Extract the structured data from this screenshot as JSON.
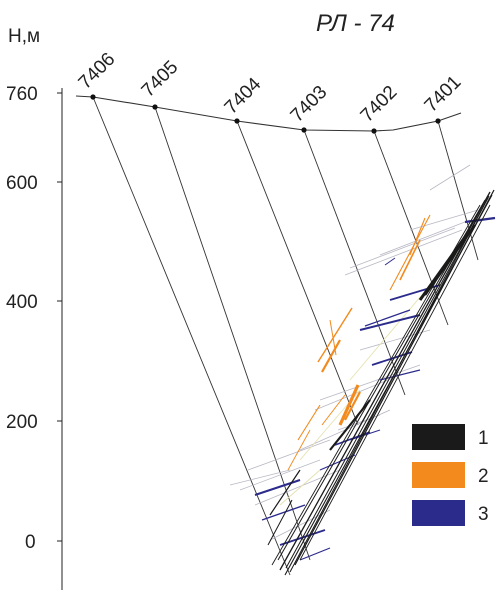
{
  "title": "РЛ - 74",
  "y_axis": {
    "label": "Н,м",
    "ticks": [
      {
        "value": 760,
        "label": "760"
      },
      {
        "value": 600,
        "label": "600"
      },
      {
        "value": 400,
        "label": "400"
      },
      {
        "value": 200,
        "label": "200"
      },
      {
        "value": 0,
        "label": "0"
      }
    ]
  },
  "wells": [
    {
      "label": "7406",
      "collar_elevation": 755
    },
    {
      "label": "7405",
      "collar_elevation": 738
    },
    {
      "label": "7404",
      "collar_elevation": 716
    },
    {
      "label": "7403",
      "collar_elevation": 697
    },
    {
      "label": "7402",
      "collar_elevation": 695
    },
    {
      "label": "7401",
      "collar_elevation": 717
    }
  ],
  "legend": [
    {
      "label": "1",
      "color": "#1a1a1a"
    },
    {
      "label": "2",
      "color": "#f28a1e"
    },
    {
      "label": "3",
      "color": "#2b2b8c"
    }
  ]
}
